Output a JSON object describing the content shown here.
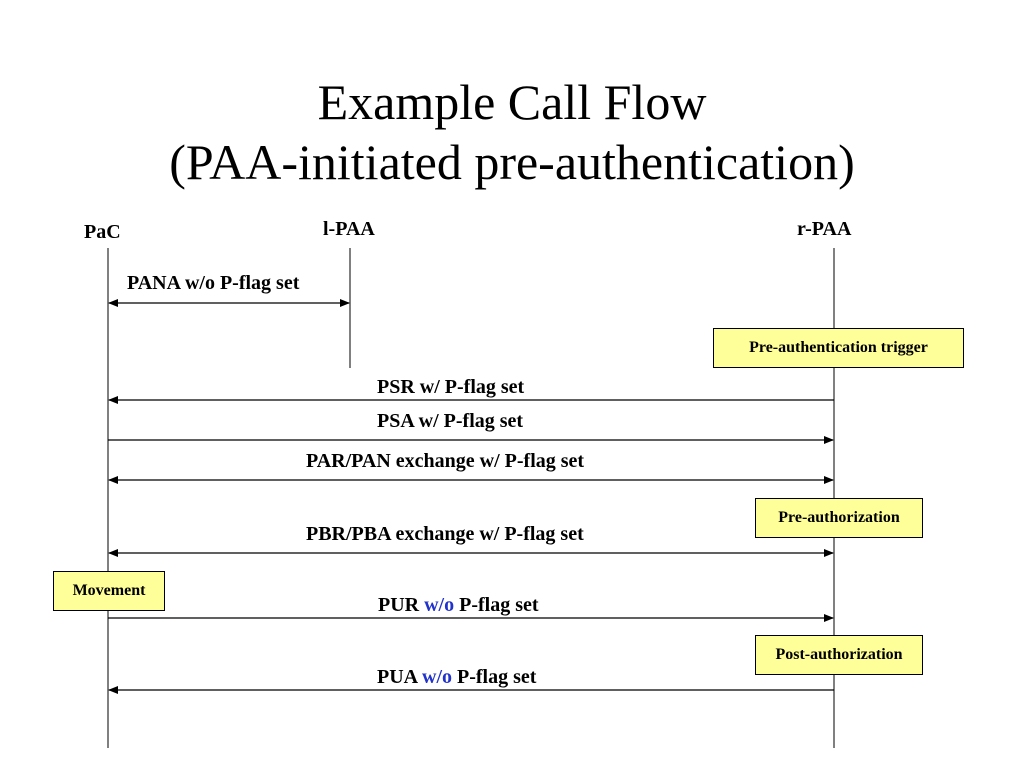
{
  "title": {
    "line1": "Example Call Flow",
    "line2": "(PAA-initiated pre-authentication)"
  },
  "entities": {
    "pac": "PaC",
    "lpaa": "l-PAA",
    "rpaa": "r-PAA"
  },
  "messages": {
    "pana": "PANA w/o P-flag set",
    "psr": "PSR w/ P-flag set",
    "psa": "PSA w/ P-flag set",
    "parpan": "PAR/PAN exchange w/ P-flag set",
    "pbrpba": "PBR/PBA exchange w/ P-flag set",
    "pur": {
      "pre": "PUR ",
      "hl": "w/o",
      "post": " P-flag set"
    },
    "pua": {
      "pre": "PUA ",
      "hl": "w/o",
      "post": " P-flag set"
    }
  },
  "notes": {
    "preauth_trigger": "Pre-authentication trigger",
    "pre_authorization": "Pre-authorization",
    "movement": "Movement",
    "post_authorization": "Post-authorization"
  },
  "colors": {
    "note_fill": "#ffff99",
    "highlight": "#2233cc"
  }
}
